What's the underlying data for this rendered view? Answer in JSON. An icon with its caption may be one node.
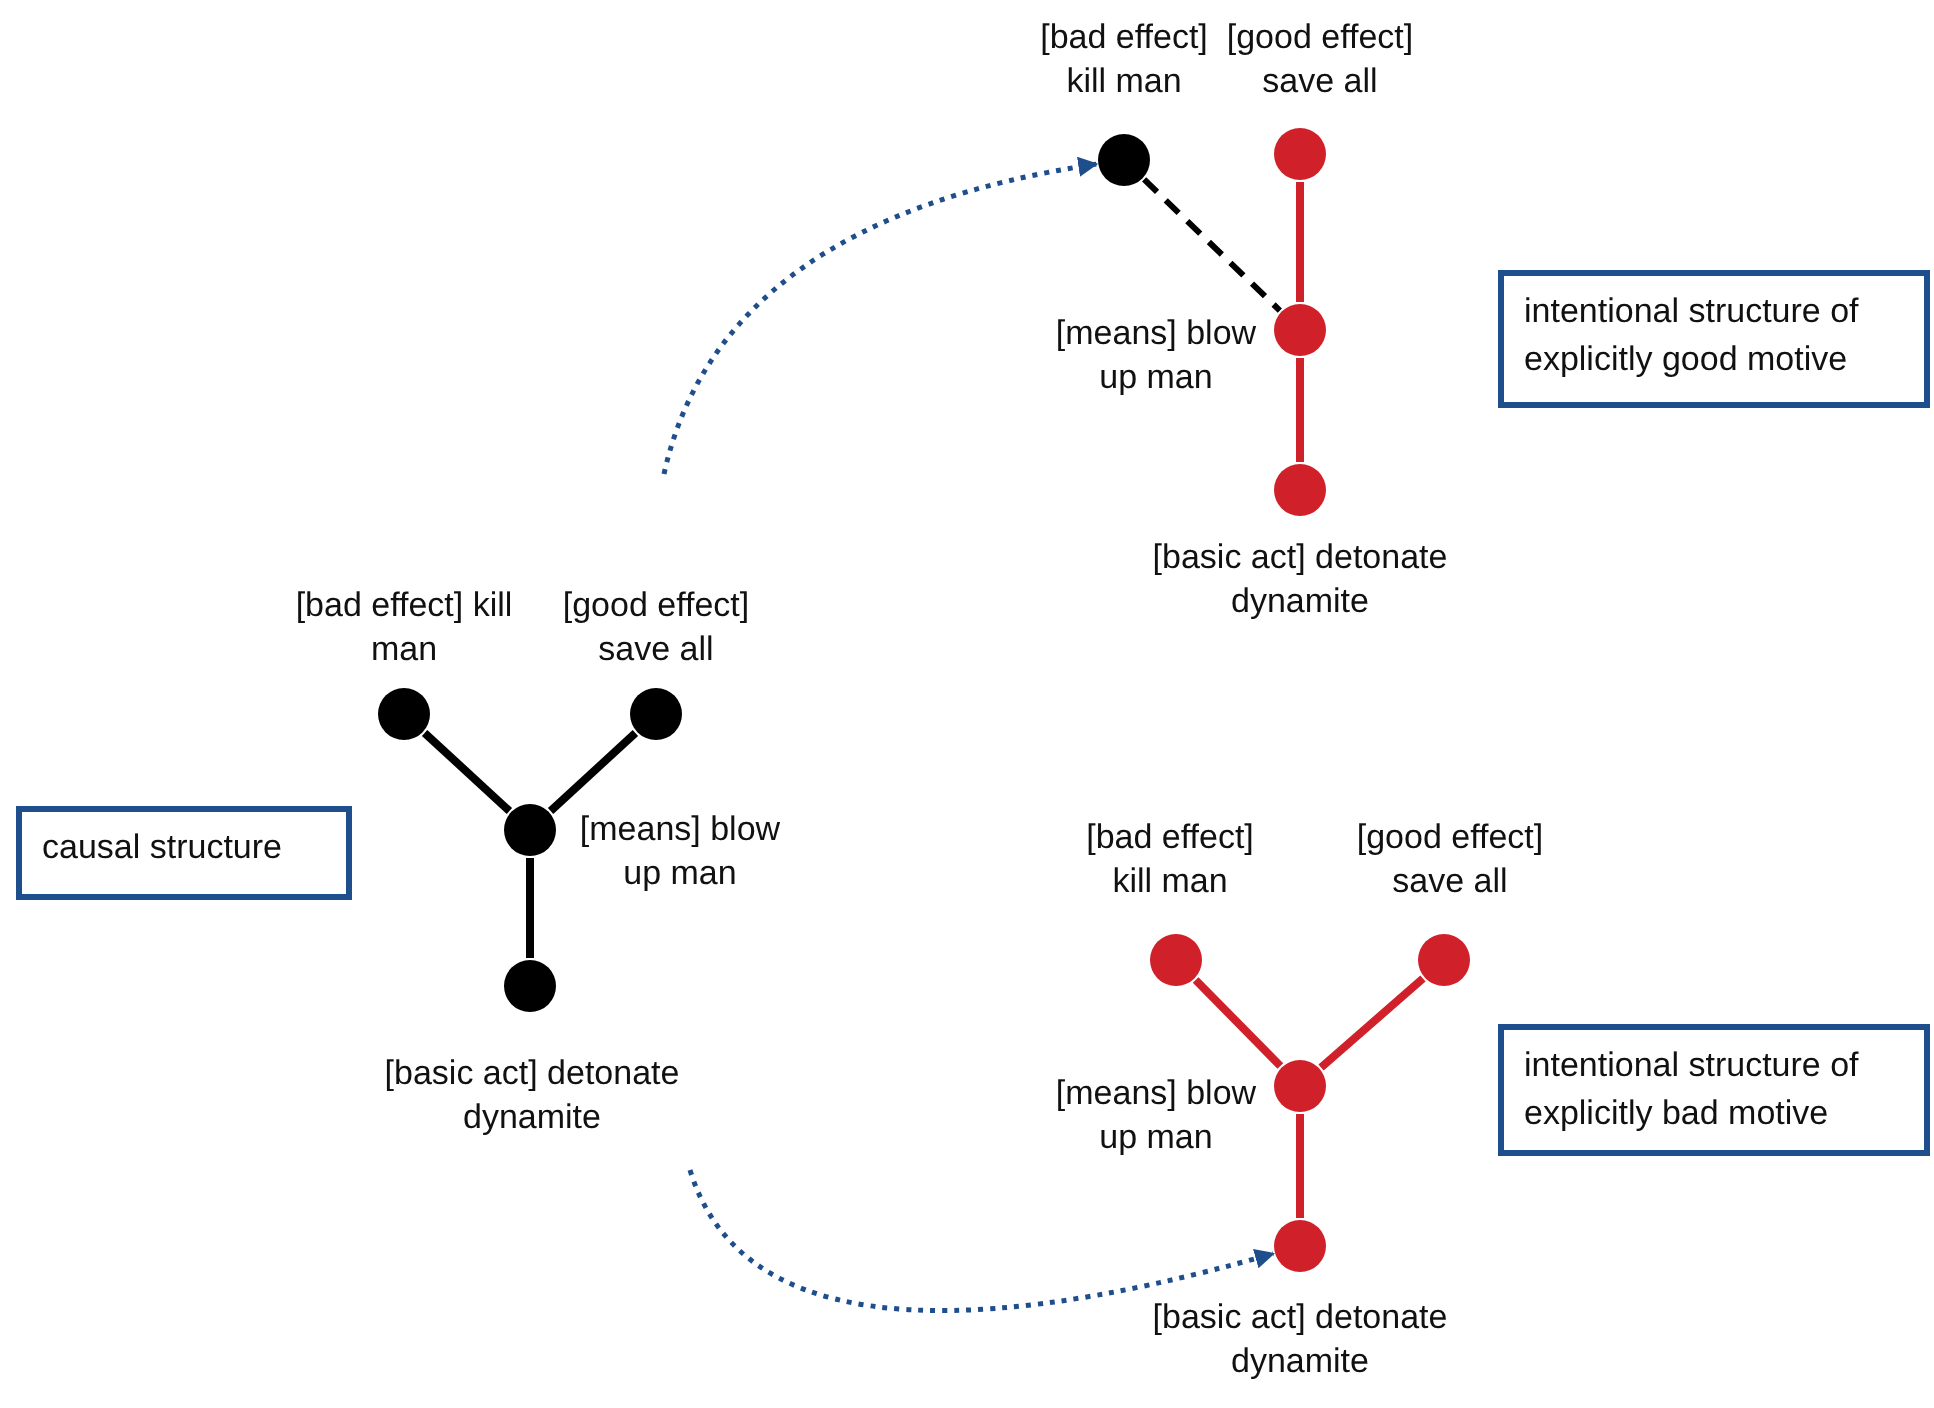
{
  "diagram": {
    "nodes": [
      {
        "text": [],
        "shape": "circle",
        "beside": [
          "[bad effect] kill man"
        ]
      },
      {
        "text": [],
        "shape": "circle",
        "beside": [
          "[good effect] save all"
        ]
      },
      {
        "text": [],
        "shape": "circle",
        "beside": [
          "[means] blow up man"
        ]
      },
      {
        "text": [],
        "shape": "circle",
        "beside": [
          "[basic act] detonate dynamite"
        ]
      },
      {
        "text": [
          "causal structure"
        ]
      },
      {
        "text": [],
        "shape": "circle",
        "beside": [
          "[bad effect] kill man"
        ]
      },
      {
        "text": [],
        "shape": "circle",
        "beside": [
          "[good effect] save all"
        ]
      },
      {
        "text": [],
        "shape": "circle",
        "beside": [
          "[means] blow up man"
        ]
      },
      {
        "text": [],
        "shape": "circle",
        "beside": [
          "[basic act] detonate dynamite"
        ]
      },
      {
        "text": [
          "intentional structure of explicitly good motive"
        ]
      },
      {
        "text": [],
        "shape": "circle",
        "beside": [
          "[bad effect] kill man"
        ]
      },
      {
        "text": [],
        "shape": "circle",
        "beside": [
          "[good effect] save all"
        ]
      },
      {
        "text": [],
        "shape": "circle",
        "beside": [
          "[means] blow up man"
        ]
      },
      {
        "text": [],
        "shape": "circle",
        "beside": [
          "[basic act] detonate dynamite"
        ]
      },
      {
        "text": [
          "intentional structure of explicitly bad motive"
        ]
      }
    ],
    "edges": [
      {
        "from": 0,
        "to": 2,
        "arrow": "none",
        "color": "#000000"
      },
      {
        "from": 1,
        "to": 2,
        "arrow": "none",
        "color": "#000000"
      },
      {
        "from": 2,
        "to": 3,
        "arrow": "none",
        "color": "#000000"
      },
      {
        "from": 5,
        "to": 7,
        "arrow": "none",
        "style": "dashed",
        "color": "#000000"
      },
      {
        "from": 6,
        "to": 7,
        "arrow": "none",
        "color": "#d0202a"
      },
      {
        "from": 7,
        "to": 8,
        "arrow": "none",
        "color": "#d0202a"
      },
      {
        "from": 10,
        "to": 12,
        "arrow": "none",
        "color": "#d0202a"
      },
      {
        "from": 11,
        "to": 12,
        "arrow": "none",
        "color": "#d0202a"
      },
      {
        "from": 12,
        "to": 13,
        "arrow": "none",
        "color": "#d0202a"
      },
      {
        "from": null,
        "to": 5,
        "arrow": "to",
        "style": "dashed",
        "color": "#1f4e8c"
      },
      {
        "from": null,
        "to": 13,
        "arrow": "to",
        "style": "dashed",
        "color": "#1f4e8c"
      }
    ]
  }
}
